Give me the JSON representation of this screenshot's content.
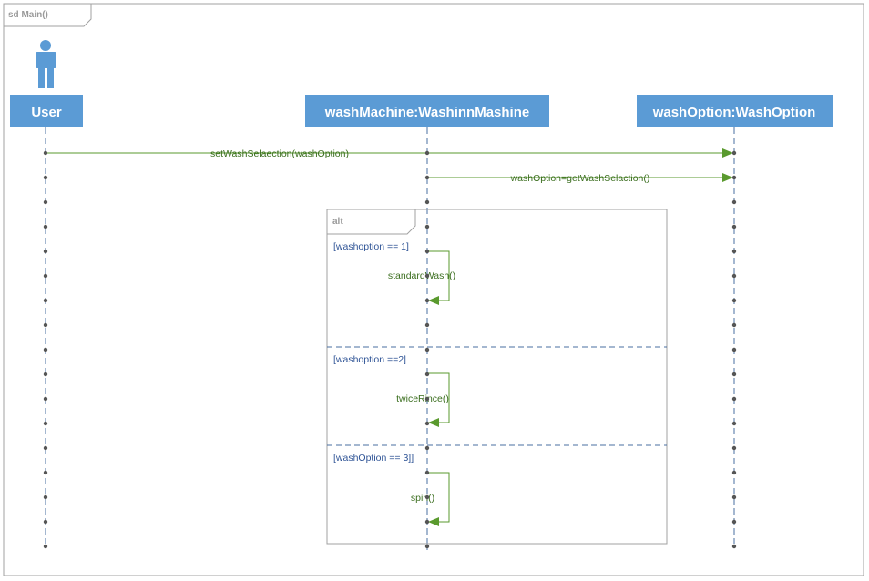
{
  "frame": {
    "label": "sd Main()"
  },
  "actor": {
    "icon": "person-icon"
  },
  "lifelines": [
    {
      "id": "user",
      "title": "User"
    },
    {
      "id": "washMachine",
      "title": "washMachine:WashinnMashine"
    },
    {
      "id": "washOption",
      "title": "washOption:WashOption"
    }
  ],
  "messages": [
    {
      "from": "user",
      "to": "washOption",
      "label": "setWashSelaection(washOption)"
    },
    {
      "from": "washMachine",
      "to": "washOption",
      "label": "washOption=getWashSelaction()"
    }
  ],
  "alt": {
    "label": "alt",
    "operands": [
      {
        "guard": "[washoption == 1]",
        "self_message": "standardWash()"
      },
      {
        "guard": "[washoption ==2]",
        "self_message": "twiceRince()"
      },
      {
        "guard": "[washOption == 3]]",
        "self_message": "spin()"
      }
    ]
  },
  "colors": {
    "lifeline_box": "#5b9bd5",
    "lifeline_line": "#4a6fa0",
    "message": "#5a9a2e",
    "frame_border": "#a0a0a0",
    "dot": "#555555",
    "guard_text": "#2f5496"
  }
}
